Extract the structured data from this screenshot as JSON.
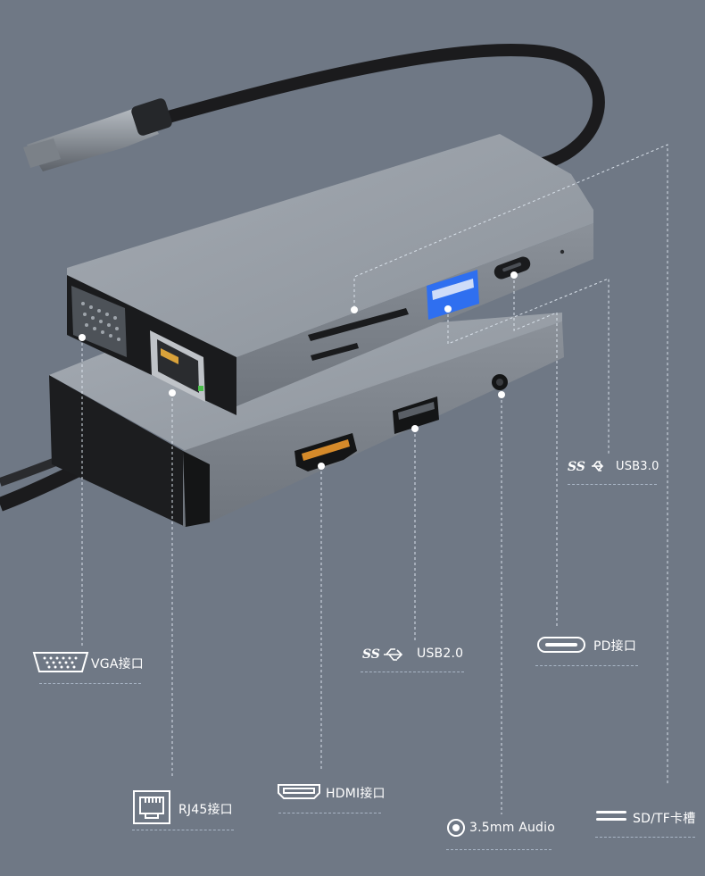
{
  "labels": {
    "usb30": "USB3.0",
    "pd": "PD接口",
    "vga": "VGA接口",
    "usb20": "USB2.0",
    "rj45": "RJ45接口",
    "hdmi": "HDMI接口",
    "audio": "3.5mm Audio",
    "sdtf": "SD/TF卡槽"
  },
  "usb_logo_text": "SS",
  "colors": {
    "background": "#6f7885",
    "hub_body": "#8e949c",
    "hub_top": "#9aa0a8",
    "port_black": "#1a1b1d",
    "usb3_blue": "#2f6ff0",
    "cable": "#1b1b1d",
    "guide_line": "#d9e1ea",
    "label_underline": "#a9b6c6"
  },
  "icons": [
    "vga-port-icon",
    "usb-superspeed-icon",
    "usb-c-icon",
    "ethernet-port-icon",
    "hdmi-port-icon",
    "audio-jack-icon",
    "sd-card-slot-icon"
  ]
}
